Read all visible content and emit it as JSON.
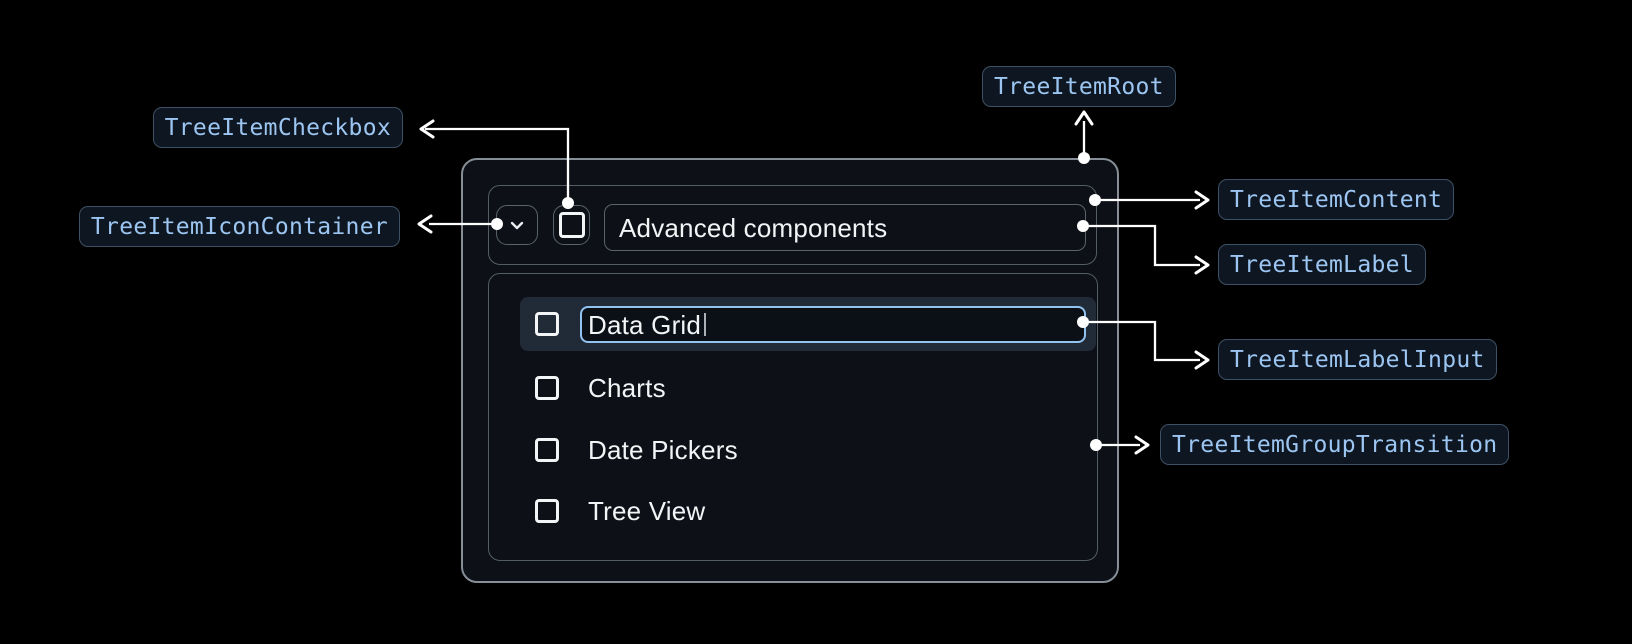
{
  "tree": {
    "parent": {
      "label": "Advanced components",
      "expanded": true,
      "checked": false
    },
    "items": [
      {
        "label": "Data Grid",
        "state": "editing",
        "checked": false
      },
      {
        "label": "Charts",
        "checked": false
      },
      {
        "label": "Date Pickers",
        "checked": false
      },
      {
        "label": "Tree View",
        "checked": false
      }
    ]
  },
  "annotations": {
    "root": "TreeItemRoot",
    "content": "TreeItemContent",
    "label": "TreeItemLabel",
    "label_input": "TreeItemLabelInput",
    "group_transition": "TreeItemGroupTransition",
    "checkbox": "TreeItemCheckbox",
    "icon_container": "TreeItemIconContainer"
  },
  "icons": {
    "expand": "chevron-down-icon",
    "checkbox": "checkbox-unchecked-icon"
  },
  "colors": {
    "page_bg": "#000000",
    "surface": "#0d1117",
    "root_border": "#868e97",
    "inner_border": "#545c66",
    "selected_row_bg": "#212a37",
    "input_focus_border": "#92c2f0",
    "text": "#f2f4f6",
    "chip_bg": "#0e1622",
    "chip_border": "#3e5064",
    "chip_text": "#9cc6f1",
    "connector": "#ffffff"
  }
}
